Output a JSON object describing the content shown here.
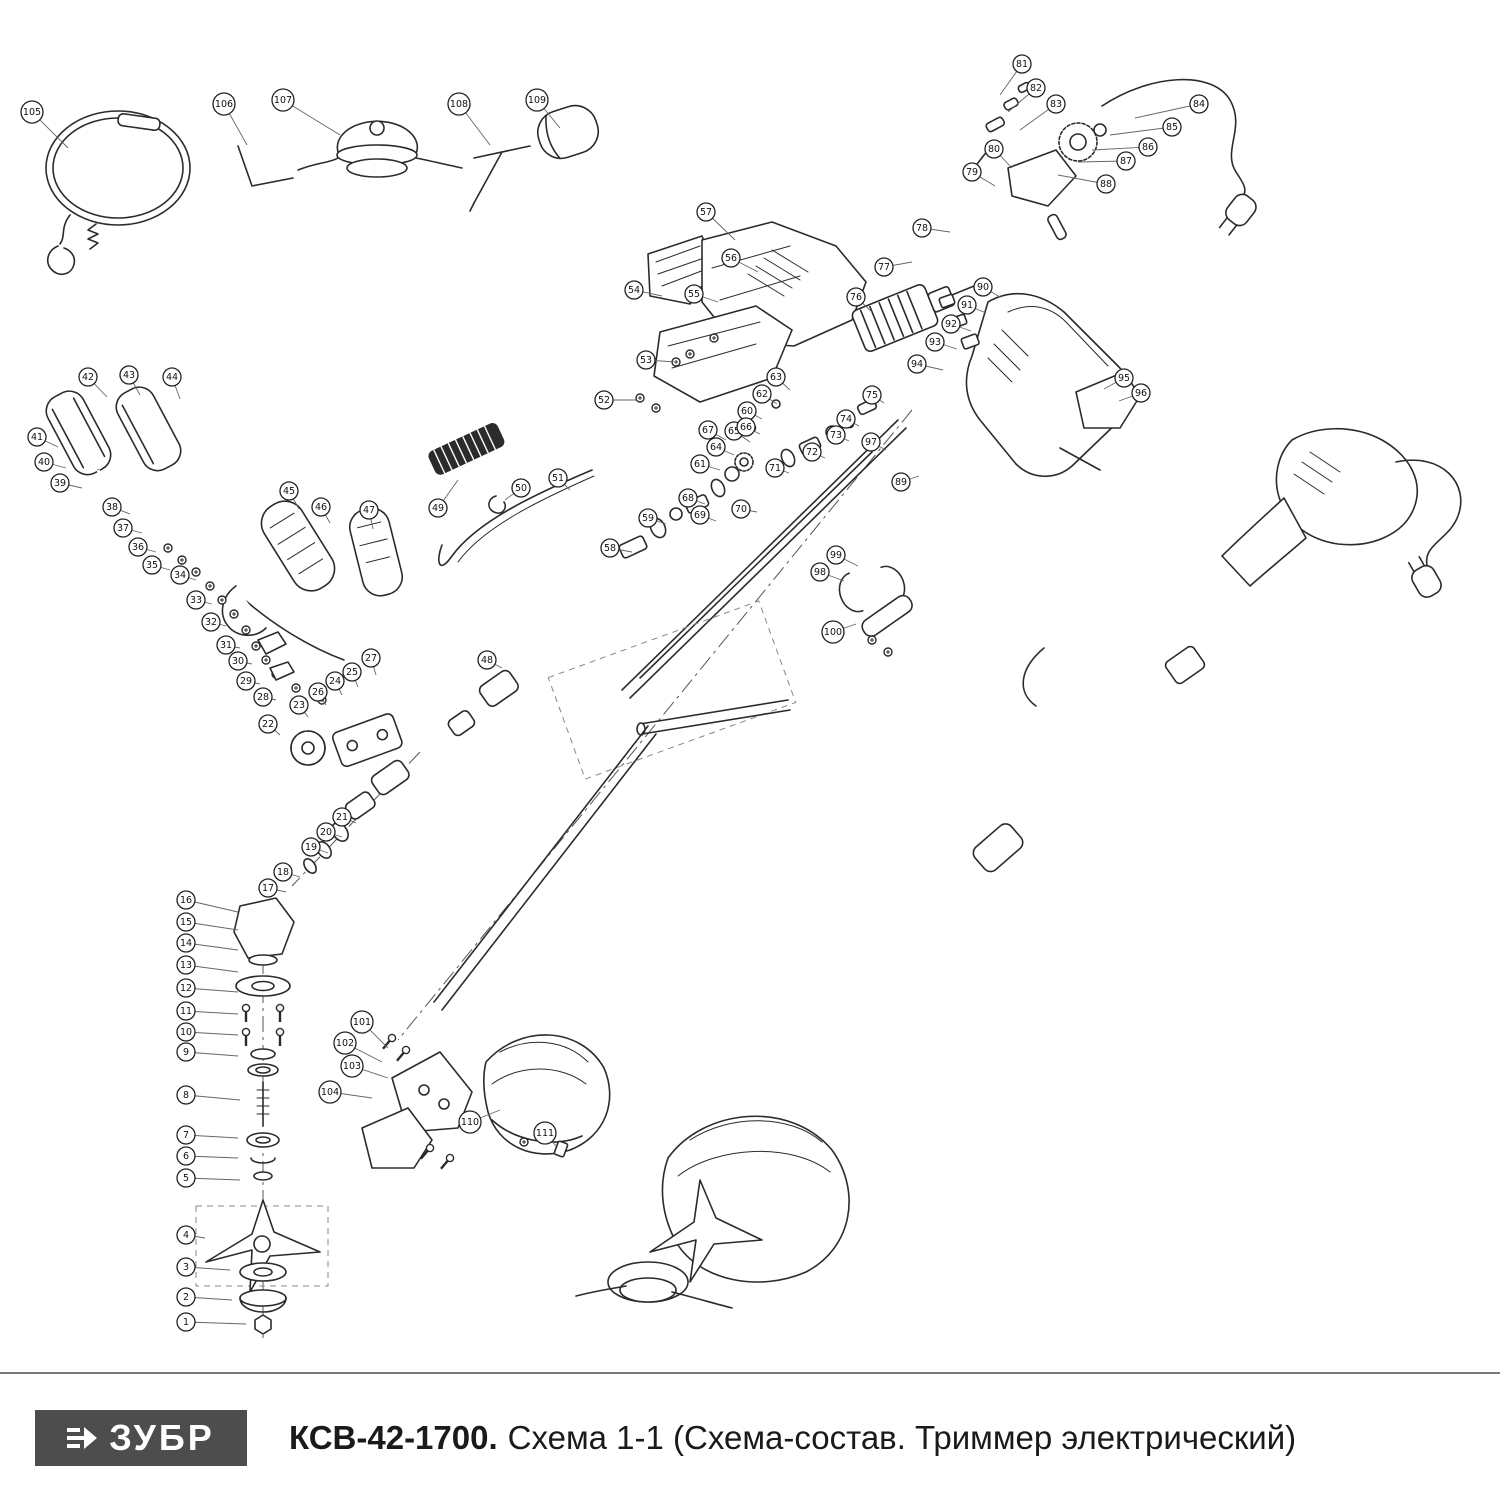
{
  "footer": {
    "brand": "ЗУБР",
    "model": "КСВ-42-1700.",
    "title": "Схема 1-1 (Схема-состав. Триммер электрический)"
  },
  "colors": {
    "line": "#2b2b2b",
    "leader": "#666666",
    "brand_bg": "#4d4d4d",
    "brand_fg": "#ffffff",
    "text": "#1a1a1a"
  },
  "diagram": {
    "description": "Exploded-view parts diagram of an electric grass trimmer with numbered part callouts",
    "callouts": [
      [
        1,
        186,
        1322,
        246,
        1324
      ],
      [
        2,
        186,
        1297,
        232,
        1300
      ],
      [
        3,
        186,
        1267,
        230,
        1270
      ],
      [
        4,
        186,
        1235,
        205,
        1238
      ],
      [
        5,
        186,
        1178,
        240,
        1180
      ],
      [
        6,
        186,
        1156,
        238,
        1158
      ],
      [
        7,
        186,
        1135,
        238,
        1138
      ],
      [
        8,
        186,
        1095,
        240,
        1100
      ],
      [
        9,
        186,
        1052,
        238,
        1056
      ],
      [
        10,
        186,
        1032,
        238,
        1035
      ],
      [
        11,
        186,
        1011,
        238,
        1014
      ],
      [
        12,
        186,
        988,
        238,
        992
      ],
      [
        13,
        186,
        965,
        238,
        972
      ],
      [
        14,
        186,
        943,
        238,
        950
      ],
      [
        15,
        186,
        922,
        238,
        930
      ],
      [
        16,
        186,
        900,
        238,
        912
      ],
      [
        17,
        268,
        888,
        286,
        892
      ],
      [
        18,
        283,
        872,
        300,
        877
      ],
      [
        19,
        311,
        847,
        328,
        853
      ],
      [
        20,
        326,
        832,
        342,
        837
      ],
      [
        21,
        342,
        817,
        356,
        823
      ],
      [
        22,
        268,
        724,
        280,
        735
      ],
      [
        23,
        299,
        705,
        308,
        717
      ],
      [
        24,
        335,
        681,
        342,
        695
      ],
      [
        25,
        352,
        672,
        358,
        687
      ],
      [
        26,
        318,
        692,
        326,
        705
      ],
      [
        27,
        371,
        658,
        376,
        675
      ],
      [
        28,
        263,
        697,
        276,
        700
      ],
      [
        29,
        246,
        681,
        260,
        684
      ],
      [
        30,
        238,
        661,
        252,
        664
      ],
      [
        31,
        226,
        645,
        240,
        648
      ],
      [
        32,
        211,
        622,
        226,
        626
      ],
      [
        33,
        196,
        600,
        212,
        604
      ],
      [
        34,
        180,
        575,
        196,
        580
      ],
      [
        35,
        152,
        565,
        170,
        570
      ],
      [
        36,
        138,
        547,
        156,
        552
      ],
      [
        37,
        123,
        528,
        142,
        533
      ],
      [
        38,
        112,
        507,
        130,
        514
      ],
      [
        39,
        60,
        483,
        82,
        488
      ],
      [
        40,
        44,
        462,
        66,
        468
      ],
      [
        41,
        37,
        437,
        58,
        447
      ],
      [
        42,
        88,
        377,
        107,
        397
      ],
      [
        43,
        129,
        375,
        140,
        395
      ],
      [
        44,
        172,
        377,
        180,
        399
      ],
      [
        45,
        289,
        491,
        299,
        509
      ],
      [
        46,
        321,
        507,
        330,
        523
      ],
      [
        47,
        369,
        510,
        373,
        529
      ],
      [
        48,
        487,
        660,
        502,
        668
      ],
      [
        49,
        438,
        508,
        458,
        480
      ],
      [
        50,
        521,
        488,
        505,
        500
      ],
      [
        51,
        558,
        478,
        570,
        490
      ],
      [
        52,
        604,
        400,
        636,
        400
      ],
      [
        53,
        646,
        360,
        676,
        362
      ],
      [
        54,
        634,
        290,
        662,
        296
      ],
      [
        55,
        694,
        294,
        718,
        302
      ],
      [
        56,
        731,
        258,
        758,
        272
      ],
      [
        57,
        706,
        212,
        735,
        240
      ],
      [
        58,
        610,
        548,
        632,
        552
      ],
      [
        59,
        648,
        518,
        666,
        524
      ],
      [
        60,
        747,
        411,
        762,
        419
      ],
      [
        61,
        700,
        464,
        720,
        470
      ],
      [
        62,
        762,
        394,
        777,
        404
      ],
      [
        63,
        776,
        377,
        790,
        390
      ],
      [
        64,
        716,
        447,
        734,
        455
      ],
      [
        65,
        734,
        431,
        750,
        442
      ],
      [
        66,
        746,
        427,
        760,
        434
      ],
      [
        67,
        708,
        430,
        726,
        440
      ],
      [
        68,
        688,
        498,
        705,
        504
      ],
      [
        69,
        700,
        515,
        716,
        521
      ],
      [
        70,
        741,
        509,
        757,
        512
      ],
      [
        71,
        775,
        468,
        789,
        473
      ],
      [
        72,
        812,
        452,
        825,
        458
      ],
      [
        73,
        836,
        435,
        849,
        441
      ],
      [
        74,
        846,
        419,
        859,
        426
      ],
      [
        75,
        872,
        395,
        884,
        403
      ],
      [
        76,
        856,
        297,
        872,
        312
      ],
      [
        77,
        884,
        267,
        912,
        262
      ],
      [
        78,
        922,
        228,
        950,
        232
      ],
      [
        79,
        972,
        172,
        995,
        186
      ],
      [
        80,
        994,
        149,
        1012,
        168
      ],
      [
        81,
        1022,
        64,
        1000,
        95
      ],
      [
        82,
        1036,
        88,
        1008,
        112
      ],
      [
        83,
        1056,
        104,
        1020,
        130
      ],
      [
        84,
        1199,
        104,
        1135,
        118
      ],
      [
        85,
        1172,
        127,
        1110,
        135
      ],
      [
        86,
        1148,
        147,
        1092,
        150
      ],
      [
        87,
        1126,
        161,
        1078,
        162
      ],
      [
        88,
        1106,
        184,
        1058,
        175
      ],
      [
        89,
        901,
        482,
        919,
        476
      ],
      [
        90,
        983,
        287,
        1000,
        297
      ],
      [
        91,
        967,
        305,
        986,
        313
      ],
      [
        92,
        951,
        324,
        971,
        331
      ],
      [
        93,
        935,
        342,
        957,
        349
      ],
      [
        94,
        917,
        364,
        943,
        370
      ],
      [
        95,
        1124,
        378,
        1104,
        389
      ],
      [
        96,
        1141,
        393,
        1119,
        401
      ],
      [
        97,
        871,
        442,
        886,
        450
      ],
      [
        98,
        820,
        572,
        844,
        581
      ],
      [
        99,
        836,
        555,
        858,
        566
      ],
      [
        100,
        833,
        632,
        856,
        624
      ],
      [
        101,
        362,
        1022,
        388,
        1048
      ],
      [
        102,
        345,
        1043,
        382,
        1062
      ],
      [
        103,
        352,
        1066,
        388,
        1078
      ],
      [
        104,
        330,
        1092,
        372,
        1098
      ],
      [
        105,
        32,
        112,
        68,
        148
      ],
      [
        106,
        224,
        104,
        247,
        145
      ],
      [
        107,
        283,
        100,
        340,
        135
      ],
      [
        108,
        459,
        104,
        490,
        145
      ],
      [
        109,
        537,
        100,
        560,
        128
      ],
      [
        110,
        470,
        1122,
        500,
        1110
      ],
      [
        111,
        545,
        1133,
        556,
        1146
      ]
    ]
  }
}
